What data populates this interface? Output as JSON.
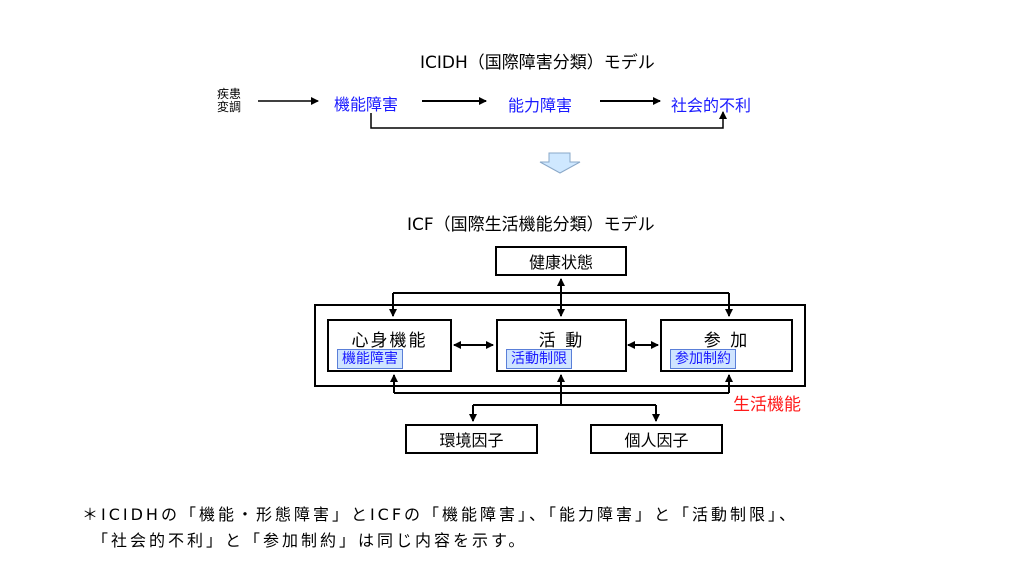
{
  "icidh": {
    "title": "ICIDH（国際障害分類）モデル",
    "origin_line1": "疾患",
    "origin_line2": "変調",
    "stages": [
      "機能障害",
      "能力障害",
      "社会的不利"
    ]
  },
  "transition_arrow": "down-arrow-icon",
  "icf": {
    "title": "ICF（国際生活機能分類）モデル",
    "health_condition": "健康状態",
    "functioning_label": "生活機能",
    "components": [
      {
        "label": "心身機能",
        "tag": "機能障害"
      },
      {
        "label": "活 動",
        "tag": "活動制限"
      },
      {
        "label": "参 加",
        "tag": "参加制約"
      }
    ],
    "contextual_factors": [
      "環境因子",
      "個人因子"
    ]
  },
  "colors": {
    "icidh_stage_text": "#1a1aff",
    "tag_fill": "#cfe4ff",
    "functioning_label": "#ff1a1a",
    "arrow_fill": "#cfe8ff"
  },
  "footnote": {
    "line1": "＊ICIDHの「機能・形態障害」とICFの「機能障害」、「能力障害」と「活動制限」、",
    "line2": "「社会的不利」と「参加制約」は同じ内容を示す。"
  }
}
